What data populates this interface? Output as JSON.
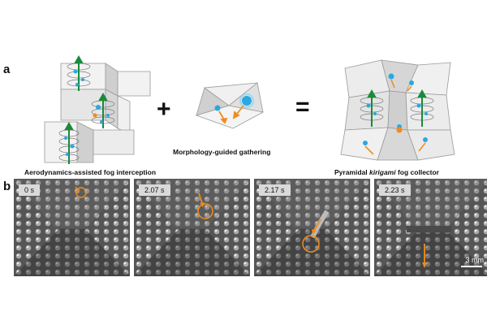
{
  "panels": {
    "a": {
      "letter": "a"
    },
    "b": {
      "letter": "b"
    }
  },
  "captions": {
    "left": "Aerodynamics-assisted fog interception",
    "middle": "Morphology-guided gathering",
    "right_before": "Pyramidal ",
    "right_italic": "kirigami",
    "right_after": " fog collector"
  },
  "operators": {
    "plus": "+",
    "equals": "="
  },
  "frames": [
    {
      "time": "0 s"
    },
    {
      "time": "2.07 s"
    },
    {
      "time": "2.17 s"
    },
    {
      "time": "2.23 s",
      "scale": "3 mm"
    }
  ],
  "colors": {
    "arrow_green": "#1a8a3c",
    "droplet_blue": "#2aa8e0",
    "arrow_orange": "#f08c1e"
  }
}
